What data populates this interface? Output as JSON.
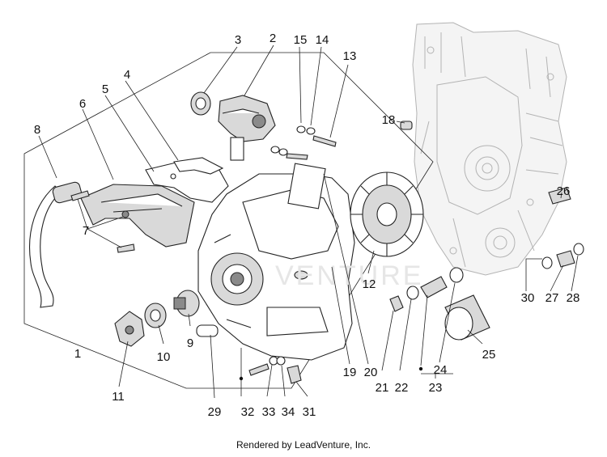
{
  "diagram": {
    "credit": "Rendered by LeadVenture, Inc.",
    "watermark": "VENTURE",
    "callouts": {
      "c1": "1",
      "c2": "2",
      "c3": "3",
      "c4": "4",
      "c5": "5",
      "c6": "6",
      "c7": "7",
      "c8": "8",
      "c10": "10",
      "c11": "11",
      "c12": "12",
      "c13": "13",
      "c14": "14",
      "c15": "15",
      "c18": "18",
      "c19": "19",
      "c20": "20",
      "c21": "21",
      "c22": "22",
      "c23": "23",
      "c24": "24",
      "c25": "25",
      "c26": "26",
      "c27": "27",
      "c28": "28",
      "c29": "29",
      "c30": "30",
      "c31": "31",
      "c32": "32",
      "c33": "33",
      "c34": "34",
      "c9": "9"
    }
  }
}
